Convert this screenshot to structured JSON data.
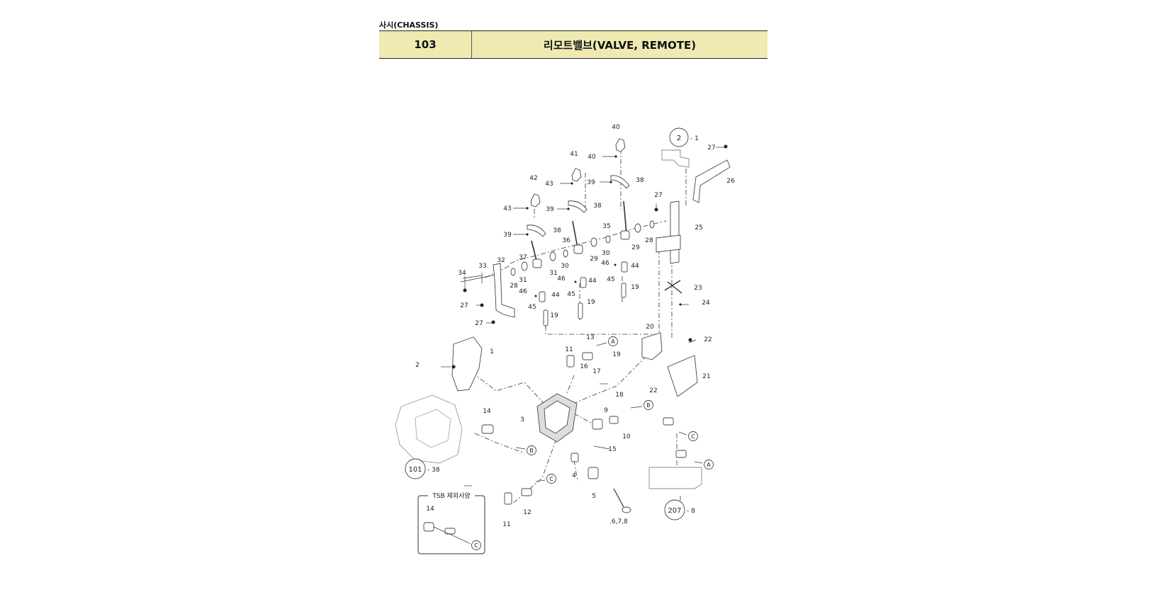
{
  "section": "사시(CHASSIS)",
  "header": {
    "code": "103",
    "title": "리모트밸브(VALVE, REMOTE)"
  },
  "diagram": {
    "inset_title": "TSB 제외사양",
    "refs": {
      "r2": "2",
      "r101": "101",
      "r207": "207"
    },
    "ref_suffix": {
      "r2": "- 1",
      "r101": "- 38",
      "r207": "- 8"
    },
    "connectors": {
      "A": "A",
      "B": "B",
      "C": "C"
    },
    "labels": {
      "l40a": "40",
      "l40b": "40",
      "l41": "41",
      "l42": "42",
      "l43a": "43",
      "l43b": "43",
      "l39a": "39",
      "l39b": "39",
      "l39c": "39",
      "l38a": "38",
      "l38b": "38",
      "l38c": "38",
      "l27a": "27",
      "l27b": "27",
      "l27c": "27",
      "l27d": "27",
      "l26": "26",
      "l25": "25",
      "l35": "35",
      "l36": "36",
      "l37": "37",
      "l29a": "29",
      "l29b": "29",
      "l28a": "28",
      "l28b": "28",
      "l30a": "30",
      "l30b": "30",
      "l31a": "31",
      "l31b": "31",
      "l32": "32",
      "l33": "33",
      "l34": "34",
      "l46a": "46",
      "l46b": "46",
      "l46c": "46",
      "l45a": "45",
      "l45b": "45",
      "l45c": "45",
      "l44a": "44",
      "l44b": "44",
      "l44c": "44",
      "l19a": "19",
      "l19b": "19",
      "l19c": "19",
      "l19d": "19",
      "l23": "23",
      "l24": "24",
      "l20": "20",
      "l22a": "22",
      "l22b": "22",
      "l21": "21",
      "l13": "13",
      "l11a": "11",
      "l11b": "11",
      "l16": "16",
      "l17": "17",
      "l18": "18",
      "l1": "1",
      "l2": "2",
      "l3": "3",
      "l9": "9",
      "l10": "10",
      "l14a": "14",
      "l14b": "14",
      "l15": "15",
      "l4": "4",
      "l5": "5",
      "l678": ".6,7,8",
      "l12": "12"
    }
  }
}
